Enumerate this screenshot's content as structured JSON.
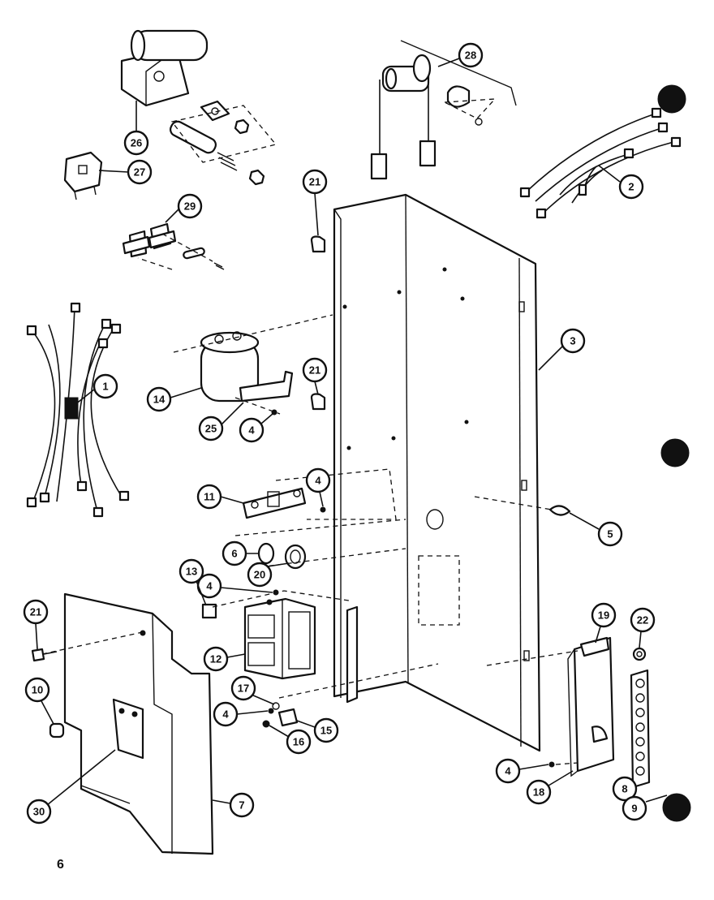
{
  "page_number": "6",
  "callouts": [
    {
      "label": "1"
    },
    {
      "label": "2"
    },
    {
      "label": "3"
    },
    {
      "label": "4"
    },
    {
      "label": "4"
    },
    {
      "label": "4"
    },
    {
      "label": "4"
    },
    {
      "label": "4"
    },
    {
      "label": "5"
    },
    {
      "label": "6"
    },
    {
      "label": "7"
    },
    {
      "label": "8"
    },
    {
      "label": "9"
    },
    {
      "label": "10"
    },
    {
      "label": "11"
    },
    {
      "label": "12"
    },
    {
      "label": "13"
    },
    {
      "label": "14"
    },
    {
      "label": "15"
    },
    {
      "label": "16"
    },
    {
      "label": "17"
    },
    {
      "label": "18"
    },
    {
      "label": "19"
    },
    {
      "label": "20"
    },
    {
      "label": "21"
    },
    {
      "label": "21"
    },
    {
      "label": "21"
    },
    {
      "label": "22"
    },
    {
      "label": "25"
    },
    {
      "label": "26"
    },
    {
      "label": "27"
    },
    {
      "label": "28"
    },
    {
      "label": "29"
    },
    {
      "label": "30"
    }
  ]
}
